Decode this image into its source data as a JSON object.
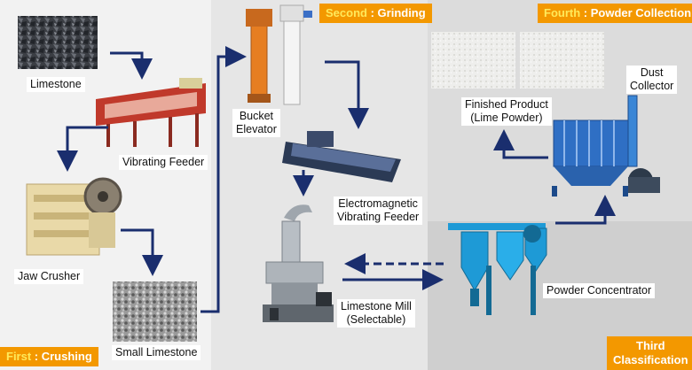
{
  "stages": {
    "first": {
      "lead": "First",
      "sep": " : ",
      "name": "Crushing"
    },
    "second": {
      "lead": "Second",
      "sep": " : ",
      "name": "Grinding"
    },
    "third": {
      "text": "Third\nClassification"
    },
    "fourth": {
      "lead": "Fourth",
      "sep": " : ",
      "name": "Powder Collection"
    }
  },
  "equipment": {
    "limestone": "Limestone",
    "vibrating_feeder": "Vibrating Feeder",
    "jaw_crusher": "Jaw Crusher",
    "small_limestone": "Small Limestone",
    "bucket_elevator": "Bucket\nElevator",
    "electromagnetic_feeder": "Electromagnetic\nVibrating Feeder",
    "limestone_mill": "Limestone Mill\n(Selectable)",
    "powder_concentrator": "Powder Concentrator",
    "finished_product": "Finished Product\n(Lime Powder)",
    "dust_collector": "Dust\nCollector"
  },
  "colors": {
    "arrow": "#1a2e6e",
    "stage_tag": "#f39800",
    "stage_lead": "#ffe95a",
    "cyclone": "#1e9ad6",
    "dust_collector": "#2f6fc4",
    "feeder": "#c0392b",
    "crusher": "#e9d9a8"
  }
}
